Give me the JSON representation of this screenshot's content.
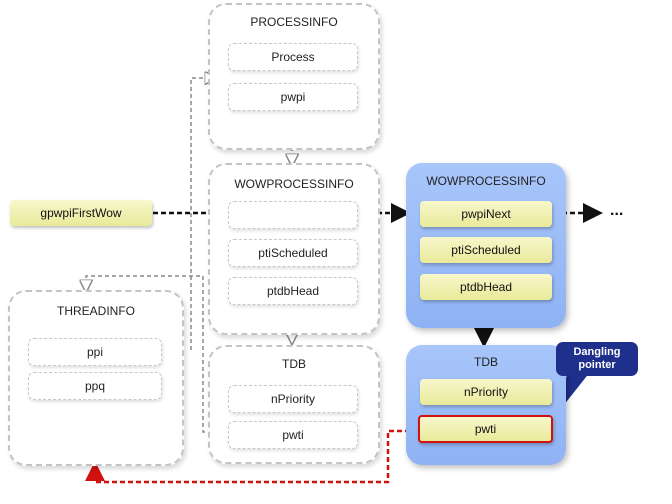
{
  "entry": {
    "label": "gpwpiFirstWow"
  },
  "processinfo": {
    "title": "PROCESSINFO",
    "fields": [
      "Process",
      "pwpi"
    ]
  },
  "wow_ghost": {
    "title": "WOWPROCESSINFO",
    "fields": [
      "",
      "ptiScheduled",
      "ptdbHead"
    ]
  },
  "wow_real": {
    "title": "WOWPROCESSINFO",
    "fields": [
      "pwpiNext",
      "ptiScheduled",
      "ptdbHead"
    ]
  },
  "threadinfo": {
    "title": "THREADINFO",
    "fields": [
      "ppi",
      "ppq"
    ]
  },
  "tdb_ghost": {
    "title": "TDB",
    "fields": [
      "nPriority",
      "pwti"
    ]
  },
  "tdb_real": {
    "title": "TDB",
    "fields": [
      "nPriority",
      "pwti"
    ]
  },
  "ellipsis": "...",
  "callout": {
    "line1": "Dangling",
    "line2": "pointer"
  },
  "colors": {
    "dangling": "#d21010",
    "callout": "#1f2f8c",
    "container": "#9bbcf7",
    "field": "#eeeeaa"
  }
}
